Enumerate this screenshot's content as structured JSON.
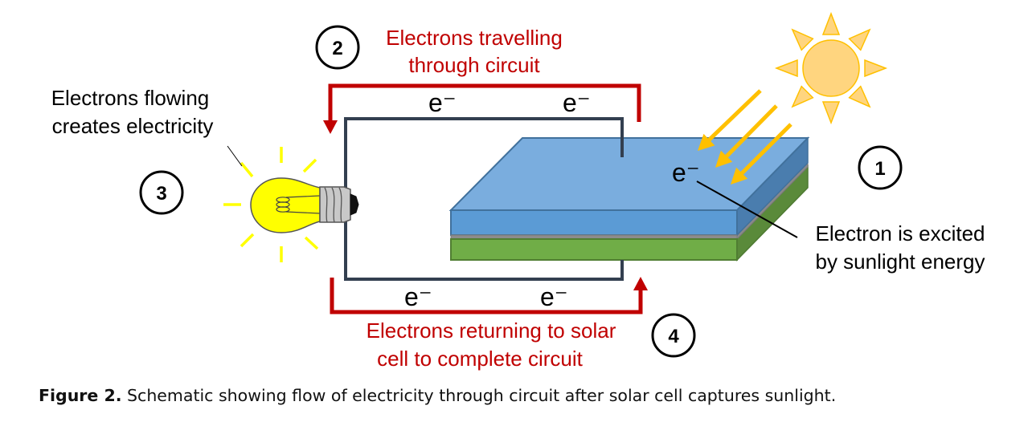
{
  "figure": {
    "caption_label": "Figure 2.",
    "caption_text": " Schematic showing flow of electricity through circuit after solar cell captures sunlight."
  },
  "steps": [
    {
      "number": "1",
      "label_lines": [
        "Electron is excited",
        "by sunlight energy"
      ]
    },
    {
      "number": "2",
      "label_lines": [
        "Electrons travelling",
        "through circuit"
      ]
    },
    {
      "number": "3",
      "label_lines": [
        "Electrons flowing",
        "creates electricity"
      ]
    },
    {
      "number": "4",
      "label_lines": [
        "Electrons returning to solar",
        "cell to complete circuit"
      ]
    }
  ],
  "electron_symbol": "e⁻",
  "components": {
    "sun": "sun-icon",
    "light_bulb": "light-bulb-icon",
    "solar_cell": "solar-cell-panel",
    "sunlight_rays": 3
  },
  "colors": {
    "flow_arrow": "#C00000",
    "wire": "#333F50",
    "sun_fill": "#FFD57F",
    "sun_stroke": "#FFC000",
    "ray": "#FFC000",
    "panel_top": "#7AADDE",
    "panel_front_blue": "#5B9BD5",
    "panel_side_blue": "#4A7DAE",
    "panel_front_green": "#70AD47",
    "panel_side_green": "#5A8A3A",
    "bulb_glass": "#FFFF00",
    "bulb_rays": "#FFFF00"
  }
}
